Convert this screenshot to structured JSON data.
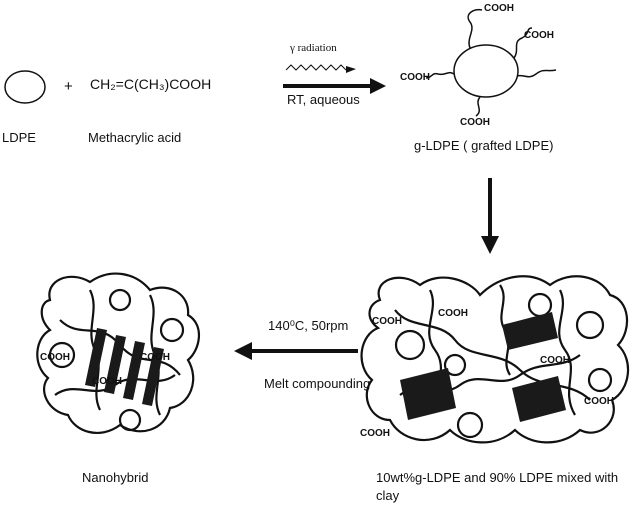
{
  "top_row": {
    "ldpe_label": "LDPE",
    "plus": "+",
    "monomer_formula": "CH₂=C(CH₃)COOH",
    "monomer_name": "Methacrylic acid",
    "radiation_label": "γ radiation",
    "conditions": "RT, aqueous",
    "product_label": "g-LDPE ( grafted LDPE)",
    "cooh_groups": [
      "COOH",
      "COOH",
      "COOH",
      "COOH"
    ]
  },
  "bottom_row": {
    "mixture_label_line1": "10wt%g-LDPE and 90% LDPE mixed with",
    "mixture_label_line2": "clay",
    "melt_conditions": "140⁰C, 50rpm",
    "melt_process": "Melt compounding",
    "nanohybrid_label": "Nanohybrid",
    "mixture_cooh": [
      "COOH",
      "COOH",
      "COOH",
      "COOH",
      "COOH"
    ],
    "nanohybrid_cooh": [
      "COOH",
      "COOH",
      "COOH"
    ]
  },
  "colors": {
    "ink": "#111111",
    "clay": "#1a1a1a"
  }
}
